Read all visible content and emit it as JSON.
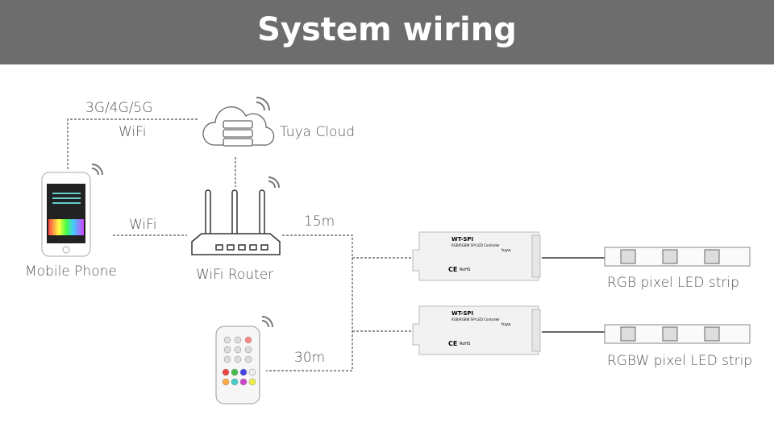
{
  "header": {
    "title": "System wiring"
  },
  "labels": {
    "network": "3G/4G/5G",
    "wifi_cloud": "WiFi",
    "cloud": "Tuya Cloud",
    "wifi_router": "WiFi",
    "distance_router": "15m",
    "phone": "Mobile Phone",
    "router": "WiFi Router",
    "distance_remote": "30m",
    "strip_rgb": "RGB pixel LED strip",
    "strip_rgbw": "RGBW pixel LED strip"
  },
  "controller": {
    "model": "WT-SPI",
    "subtitle": "RGB/RGBW SPI LED Controller",
    "brand": "tuya",
    "ce": "CE",
    "rohs": "RoHS"
  },
  "colors": {
    "header": "#6d6d6d",
    "line": "#555555"
  }
}
